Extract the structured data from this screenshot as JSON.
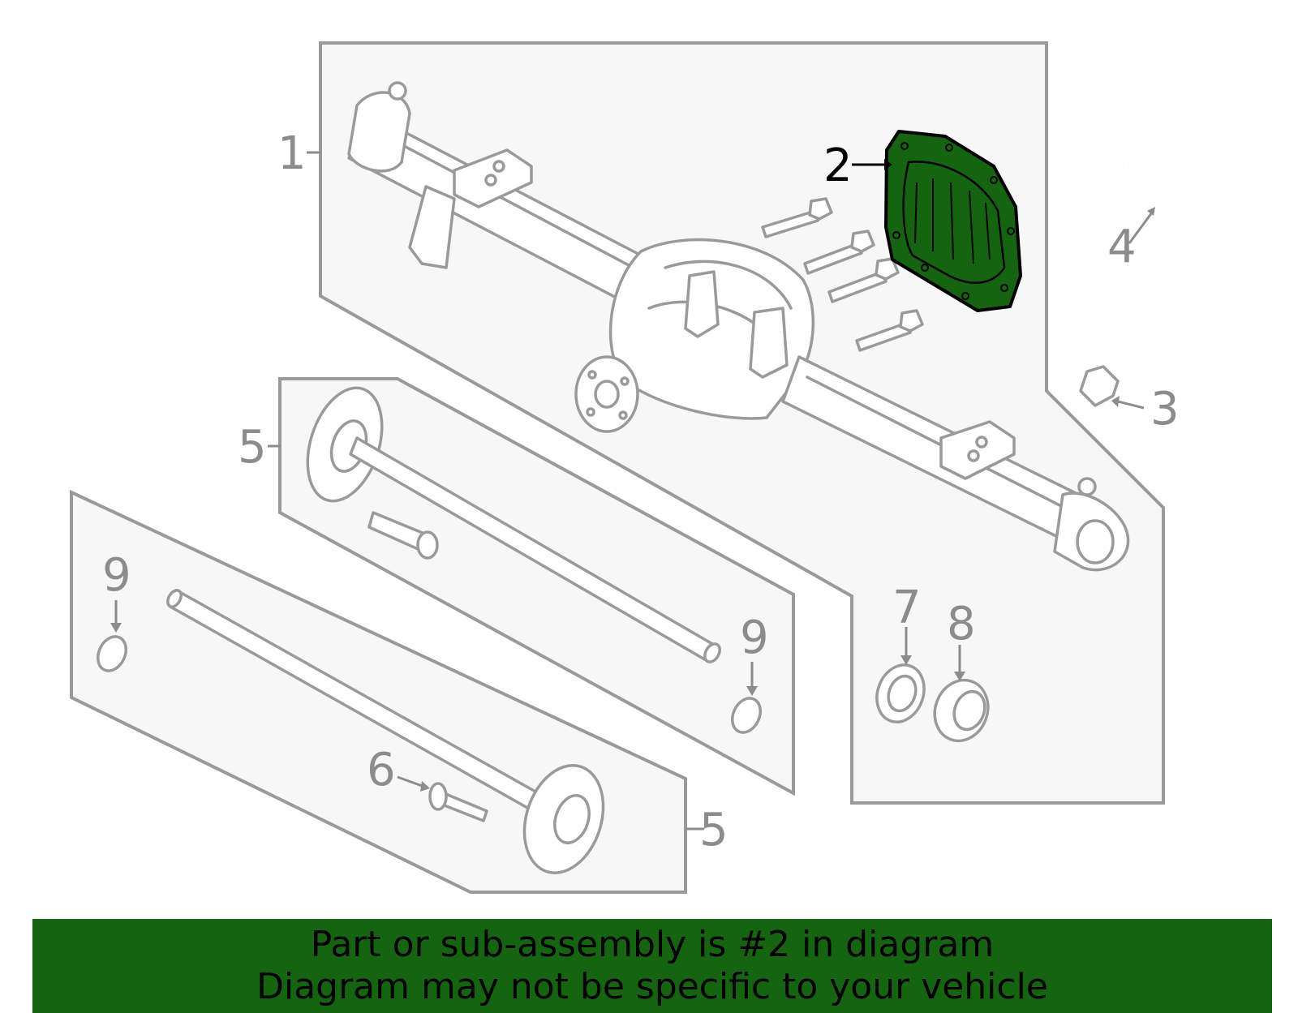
{
  "callouts": {
    "c1": "1",
    "c2": "2",
    "c3": "3",
    "c4": "4",
    "c5a": "5",
    "c5b": "5",
    "c6": "6",
    "c7": "7",
    "c8": "8",
    "c9a": "9",
    "c9b": "9"
  },
  "highlighted_part": "2",
  "colors": {
    "highlight": "#156410",
    "banner": "#156410",
    "line_art": "#9a9a9a",
    "panel": "#f7f7f7"
  },
  "banner": {
    "line1": "Part or sub-assembly is #2 in diagram",
    "line2": "Diagram may not be specific to your vehicle"
  }
}
